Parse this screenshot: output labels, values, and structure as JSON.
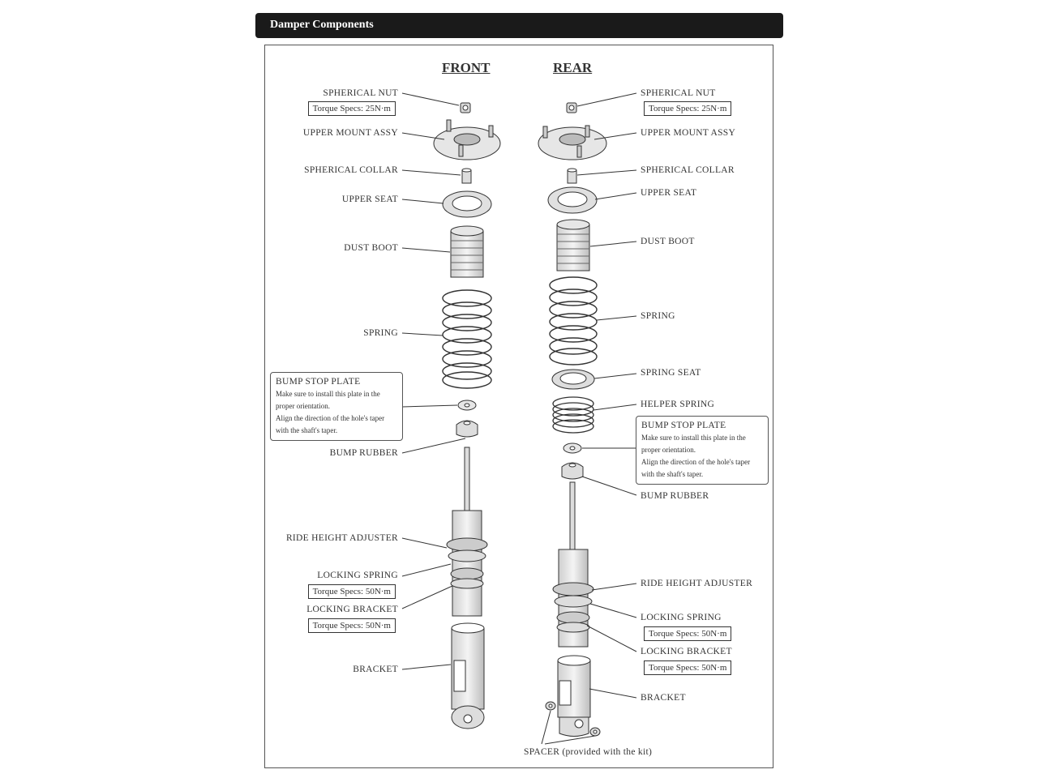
{
  "header": {
    "title": "Damper Components"
  },
  "front": {
    "heading": "FRONT",
    "labels": {
      "spherical_nut": "SPHERICAL NUT",
      "upper_mount_assy": "UPPER MOUNT ASSY",
      "spherical_collar": "SPHERICAL COLLAR",
      "upper_seat": "UPPER SEAT",
      "dust_boot": "DUST BOOT",
      "spring": "SPRING",
      "bump_rubber": "BUMP RUBBER",
      "ride_height_adjuster": "RIDE HEIGHT ADJUSTER",
      "locking_spring": "LOCKING SPRING",
      "locking_bracket": "LOCKING BRACKET",
      "bracket": "BRACKET"
    },
    "torque": {
      "spherical_nut": "Torque Specs: 25N·m",
      "locking_spring": "Torque Specs: 50N·m",
      "locking_bracket": "Torque Specs: 50N·m"
    },
    "note": {
      "title": "BUMP STOP PLATE",
      "lines": [
        "Make sure to install this plate in the",
        "proper orientation.",
        "Align the direction of the hole's taper",
        "with the shaft's taper."
      ]
    }
  },
  "rear": {
    "heading": "REAR",
    "labels": {
      "spherical_nut": "SPHERICAL NUT",
      "upper_mount_assy": "UPPER MOUNT ASSY",
      "spherical_collar": "SPHERICAL COLLAR",
      "upper_seat": "UPPER SEAT",
      "dust_boot": "DUST BOOT",
      "spring": "SPRING",
      "spring_seat": "SPRING SEAT",
      "helper_spring": "HELPER SPRING",
      "bump_rubber": "BUMP RUBBER",
      "ride_height_adjuster": "RIDE HEIGHT ADJUSTER",
      "locking_spring": "LOCKING SPRING",
      "locking_bracket": "LOCKING BRACKET",
      "bracket": "BRACKET",
      "spacer": "SPACER (provided with the kit)"
    },
    "torque": {
      "spherical_nut": "Torque Specs: 25N·m",
      "locking_spring": "Torque Specs: 50N·m",
      "locking_bracket": "Torque Specs: 50N·m"
    },
    "note": {
      "title": "BUMP STOP PLATE",
      "lines": [
        "Make sure to install this plate in the",
        "proper orientation.",
        "Align the direction of the hole's taper",
        "with the shaft's taper."
      ]
    }
  }
}
